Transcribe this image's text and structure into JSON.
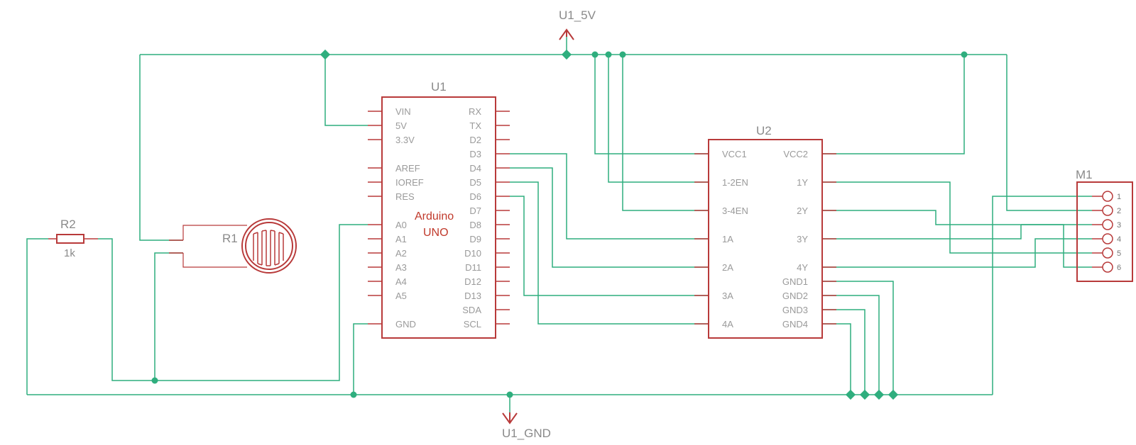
{
  "power": {
    "vcc": "U1_5V",
    "gnd": "U1_GND"
  },
  "u1": {
    "ref": "U1",
    "name_line1": "Arduino",
    "name_line2": "UNO",
    "left_pins": [
      "VIN",
      "5V",
      "3.3V",
      "",
      "AREF",
      "IOREF",
      "RES",
      "",
      "A0",
      "A1",
      "A2",
      "A3",
      "A4",
      "A5",
      "",
      "GND"
    ],
    "right_pins": [
      "RX",
      "TX",
      "D2",
      "D3",
      "D4",
      "D5",
      "D6",
      "D7",
      "D8",
      "D9",
      "D10",
      "D11",
      "D12",
      "D13",
      "SDA",
      "SCL"
    ]
  },
  "u2": {
    "ref": "U2",
    "left_pins": [
      "VCC1",
      "1-2EN",
      "3-4EN",
      "1A",
      "2A",
      "3A",
      "4A"
    ],
    "right_pins": [
      "VCC2",
      "1Y",
      "2Y",
      "3Y",
      "4Y",
      "GND1",
      "GND2",
      "GND3",
      "GND4"
    ]
  },
  "r1": {
    "ref": "R1"
  },
  "r2": {
    "ref": "R2",
    "value": "1k"
  },
  "m1": {
    "ref": "M1",
    "pins": [
      "1",
      "2",
      "3",
      "4",
      "5",
      "6"
    ]
  },
  "colors": {
    "part": "#b83a3a",
    "wire": "#2fae7e",
    "label": "#8a8a8a"
  }
}
